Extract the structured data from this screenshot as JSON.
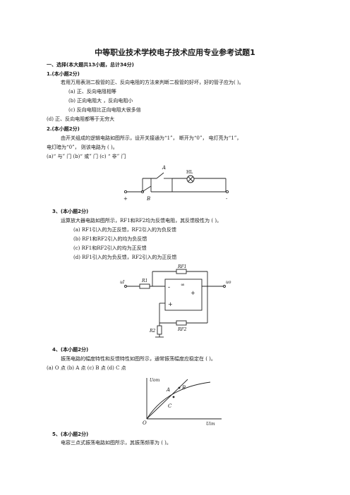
{
  "title": "中等职业技术学校电子技术应用专业参考试题1",
  "section1": "一、选择(本大题共13小题，总计34分)",
  "q1": {
    "head": "1.(本小题2分)",
    "stem": "若用万用表测二极管的正、反向电阻的方法来判断二极管的好坏，好的管子应为(      )。",
    "a": "(a)  正、反向电阻相等",
    "b": "(b)  正向电阻大 ，反向电阻小",
    "c": "(c)  反向电阻比正向电阻大很多倍",
    "d": "(d)  正、反向电阻都等于无穷大"
  },
  "q2": {
    "head": "2.(本小题2分)",
    "stem1": "由开关组成的逻辑电路如图所示，设开关接通为“1”，  断开为“0”，  电灯亮为“1”，",
    "stem2": "电灯暗为“0”，  则该电路为  (             )。",
    "opts": "(a)“ 与” 门       (b)“ 或” 门        (c) “ 非” 门",
    "fig": {
      "A": "A",
      "B": "B",
      "HL": "HL",
      "plus": "+",
      "minus": "-"
    }
  },
  "q3": {
    "head": "3、(本小题2分)",
    "stem": "运算放大器电路如图所示，RF1和RF2均为反馈电阻，其反馈极性为 (     )。",
    "a": "(a) RF1引入的为正反馈，RF2引入的为负反馈",
    "b": "(b) RF1和RF2引入的均为负反馈",
    "c": "(c) RF1和RF2引入的均为正反馈",
    "d": "(d) RF1引入的为负反馈，RF2引入的为正反馈",
    "fig": {
      "ui": "uI",
      "uo": "uo",
      "R1": "R1",
      "R2": "R2",
      "RF1": "RF1",
      "RF2": "RF2",
      "inf": "∞",
      "neg": "-",
      "pos": "+",
      "plus": "+"
    }
  },
  "q4": {
    "head": "4、(本小题2分)",
    "stem": "振荡电路的幅度特性和反馈特性如图所示，通常振荡幅度应稳定在  (      )。",
    "opts": "(a)   O 点       (b)  A 点       (c)  B 点        (d)  C  点",
    "fig": {
      "uom": "Uom",
      "uim": "Uim",
      "O": "O",
      "A": "A",
      "B": "B",
      "C": "C"
    }
  },
  "q5": {
    "head": "5、(本小题2分)",
    "stem": "电容三点式振荡电路如图所示，其振荡频率为 (      )。"
  }
}
